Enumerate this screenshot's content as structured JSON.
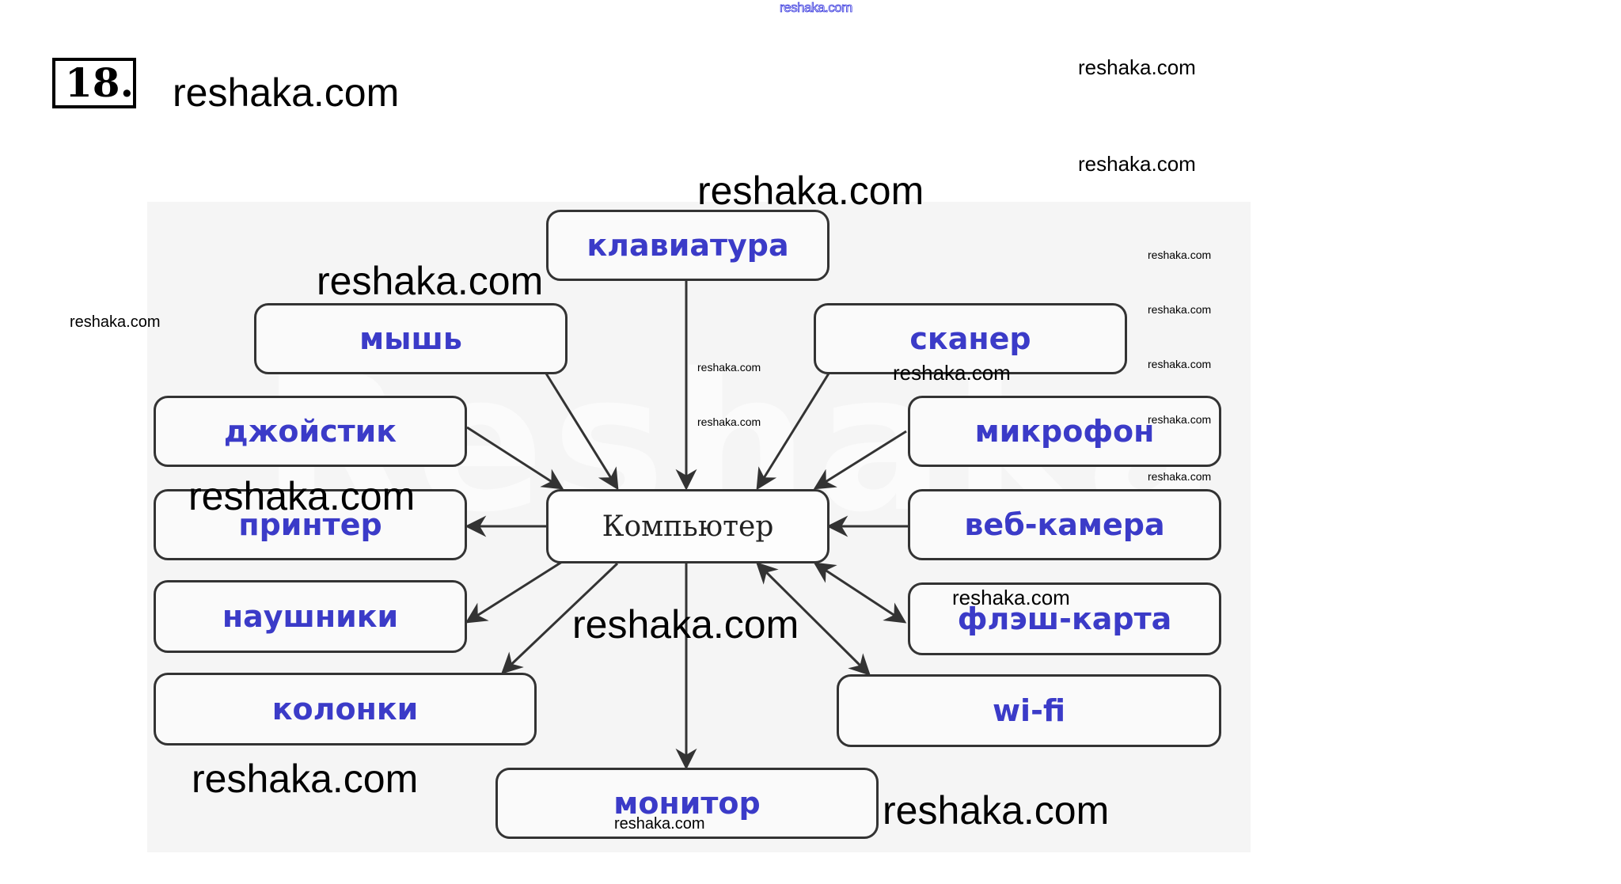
{
  "watermark": "reshaka.com",
  "task_number": "18.",
  "diagram": {
    "center": "Компьютер",
    "nodes": {
      "keyboard": "клавиатура",
      "mouse": "мышь",
      "scanner": "сканер",
      "joystick": "джойстик",
      "microphone": "микрофон",
      "printer": "принтер",
      "webcam": "веб-камера",
      "headphones": "наушники",
      "flash": "флэш-карта",
      "speakers": "колонки",
      "wifi": "wi-fi",
      "monitor": "монитор"
    }
  },
  "colors": {
    "node_text": "#3b3bc8",
    "center_text": "#222222",
    "border": "#333333",
    "background": "#f5f5f5"
  }
}
